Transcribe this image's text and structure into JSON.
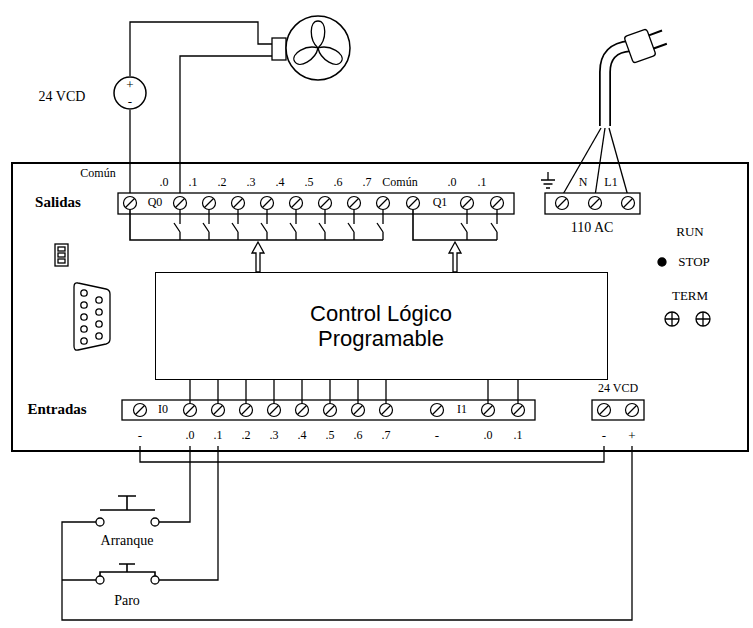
{
  "diagram": {
    "nodes": [
      {
        "text": [
          "Control Lógico Programable"
        ]
      },
      {
        "text": [
          "24 VCD",
          "+",
          "-"
        ]
      }
    ],
    "labels": [
      "Común",
      ".0",
      ".1",
      ".2",
      ".3",
      ".4",
      ".5",
      ".6",
      ".7",
      "Común",
      ".0",
      ".1",
      "Salidas",
      "Q0",
      "Q1",
      "N",
      "L1",
      "110 AC",
      "RUN",
      "STOP",
      "TERM",
      "Entradas",
      "I0",
      "I1",
      "24 VCD",
      "-",
      ".0",
      ".1",
      ".2",
      ".3",
      ".4",
      ".5",
      ".6",
      ".7",
      "-",
      ".0",
      ".1",
      "-",
      "+",
      "Arranque",
      "Paro"
    ]
  }
}
